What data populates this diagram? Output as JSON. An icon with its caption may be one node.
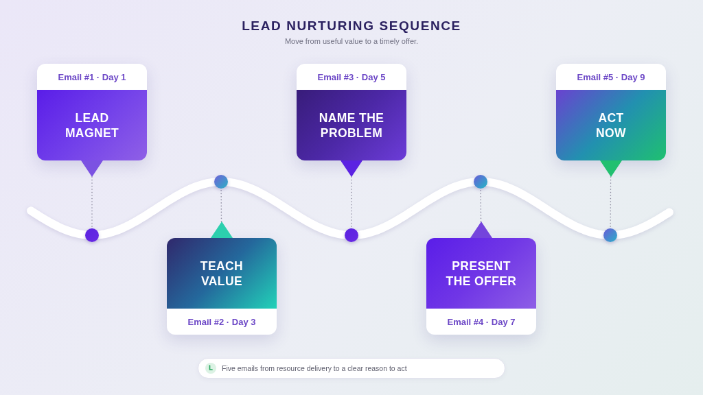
{
  "diagram": {
    "title": "LEAD NURTURING SEQUENCE",
    "nodes": [
      {
        "text": [
          "Email #1 · Day 1",
          "LEAD MAGNET"
        ]
      },
      {
        "text": [
          "TEACH VALUE",
          "Email #2 · Day 3"
        ]
      },
      {
        "text": [
          "Email #3 · Day 5",
          "NAME THE PROBLEM"
        ]
      },
      {
        "text": [
          "PRESENT THE OFFER",
          "Email #4 · Day 7"
        ]
      },
      {
        "text": [
          "Email #5 · Day 9",
          "ACT NOW"
        ]
      },
      {
        "text": [],
        "shape": "circle"
      },
      {
        "text": [],
        "shape": "circle"
      },
      {
        "text": [],
        "shape": "circle"
      },
      {
        "text": [],
        "shape": "circle"
      },
      {
        "text": [],
        "shape": "circle"
      }
    ],
    "edges": [
      {
        "from": 0,
        "to": 5,
        "arrow": "none",
        "style": "dashed"
      },
      {
        "from": 1,
        "to": 6,
        "arrow": "none",
        "style": "dashed"
      },
      {
        "from": 2,
        "to": 7,
        "arrow": "none",
        "style": "dashed"
      },
      {
        "from": 3,
        "to": 8,
        "arrow": "none",
        "style": "dashed"
      },
      {
        "from": 4,
        "to": 9,
        "arrow": "none",
        "style": "dashed"
      },
      {
        "from": 5,
        "to": 6,
        "arrow": "none",
        "style": "thick",
        "color": "#ffffff"
      },
      {
        "from": 6,
        "to": 7,
        "arrow": "none",
        "style": "thick",
        "color": "#ffffff"
      },
      {
        "from": 7,
        "to": 8,
        "arrow": "none",
        "style": "thick",
        "color": "#ffffff"
      },
      {
        "from": 8,
        "to": 9,
        "arrow": "none",
        "style": "thick",
        "color": "#ffffff"
      }
    ],
    "labels": [
      "Move from useful value to a timely offer.",
      "Five emails from resource delivery to a clear reason to act"
    ]
  }
}
